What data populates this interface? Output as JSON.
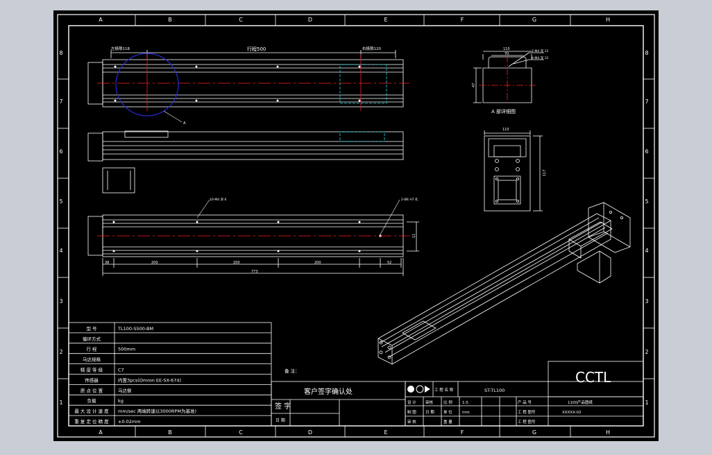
{
  "colors": {
    "viewport_bg": "#c9ced6",
    "paper": "#000000",
    "line": "#ffffff",
    "center": "#ff2020",
    "detail_circle": "#2a2ad8",
    "hidden": "#1fd6e6",
    "dim": "#ffffff"
  },
  "grid": {
    "columns": [
      "A",
      "B",
      "C",
      "D",
      "E",
      "F",
      "G",
      "H"
    ],
    "rows": [
      "8",
      "7",
      "6",
      "5",
      "4",
      "3",
      "2",
      "1"
    ]
  },
  "views": {
    "top": {
      "left_label": "左极限118",
      "stroke_label": "行程500",
      "right_label": "右极限120",
      "callout": "A"
    },
    "front_dims": [
      "38",
      "200",
      "200",
      "200",
      "52"
    ],
    "front_total": "773",
    "front_height": "11",
    "front_note_left": "10-M4 深 6",
    "front_note_right": "2-Ø4 H7 孔",
    "detail": {
      "width": "110",
      "inner": "70",
      "height": "47",
      "note1": "2-M4 深 12",
      "note2": "4-M4 深 12",
      "caption": "A 部详细图"
    },
    "section": {
      "width": "110",
      "height": "117"
    }
  },
  "specs": [
    {
      "label": "型  号",
      "value": "TL100-S500-BM"
    },
    {
      "label": "循环方式",
      "value": ""
    },
    {
      "label": "行  程",
      "value": "500mm"
    },
    {
      "label": "马达规格",
      "value": ""
    },
    {
      "label": "精 度 等 级",
      "value": "C7"
    },
    {
      "label": "传感器",
      "value": "内置3pcs(Omron EE-SX-674)"
    },
    {
      "label": "原 点 位 置",
      "value": "马达侧"
    },
    {
      "label": "负载",
      "value": "kg"
    },
    {
      "label": "最 大 设 计 速 度",
      "value": "mm/sec 两端转速以3000RPM为基准)"
    },
    {
      "label": "重 复 定 位 精 度",
      "value": "±0.02mm"
    }
  ],
  "notes_label": "备 注：",
  "customer_title": "客户签字确认处",
  "sign_label": "签 字",
  "date_label": "日 期",
  "title_block": {
    "project_label": "工 程 名 称",
    "project_value": "ST-TL100",
    "logo": "CCTL",
    "product_name": "1100产品图纸",
    "drawing_no": "XXXXX-02",
    "r1": [
      "设 计",
      "审核",
      "比 例",
      "1:5",
      "产 品 号"
    ],
    "r2": [
      "制 图",
      "日 期",
      "单 位",
      "mm",
      "工 程 图号"
    ],
    "r3": [
      "审 核",
      "",
      "重 量",
      "",
      "工 程 图号"
    ]
  }
}
